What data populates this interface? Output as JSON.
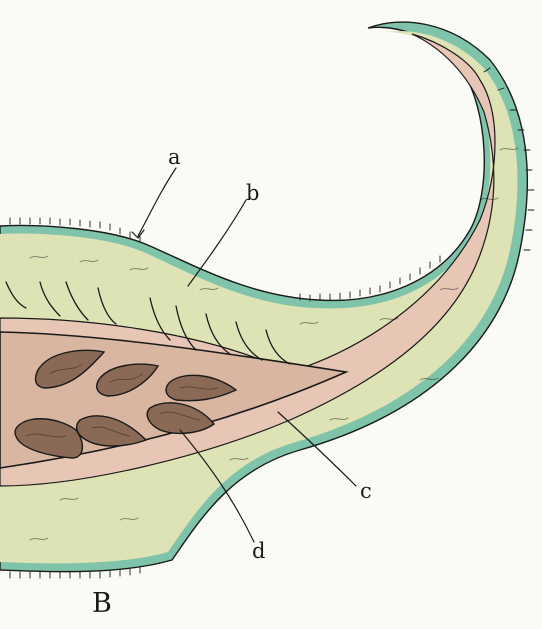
{
  "figure": {
    "panel_label": "B",
    "labels": {
      "a": "a",
      "b": "b",
      "c": "c",
      "d": "d"
    },
    "colors": {
      "epidermis": "#7fc3ab",
      "cortex": "#dde3b4",
      "vascular_sheath": "#e7c6b5",
      "inner_tissue": "#d9b6a2",
      "lumps": "#8a6a56",
      "ink": "#1a1a1a",
      "paper": "#fafaf7"
    }
  }
}
